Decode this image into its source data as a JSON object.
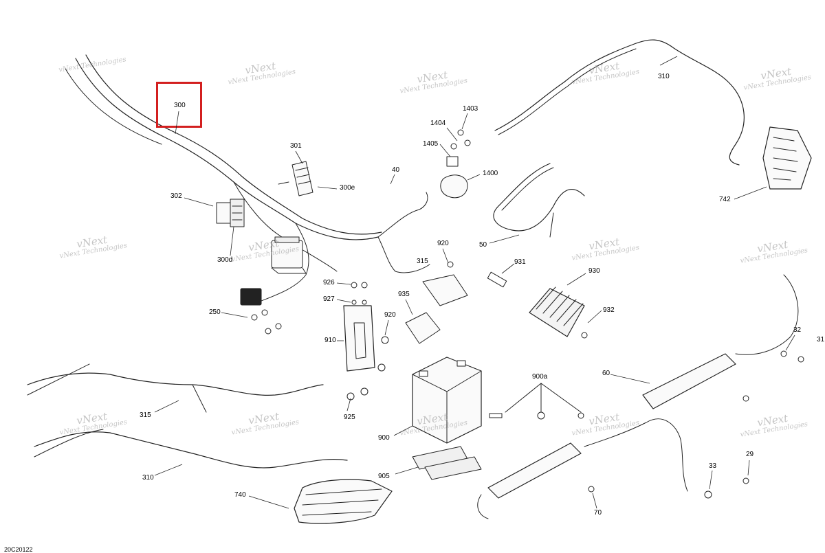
{
  "diagram_code": "20C20122",
  "highlight_color": "#d31f1f",
  "highlighted_part": "300",
  "watermark": {
    "line1": "vNext",
    "line2": "Technologies",
    "line3": "vNext Technologies"
  },
  "parts": {
    "p300": "300",
    "p301": "301",
    "p300e": "300e",
    "p302": "302",
    "p300d": "300d",
    "p250": "250",
    "p40": "40",
    "p1403": "1403",
    "p1404": "1404",
    "p1405": "1405",
    "p1400": "1400",
    "p310a": "310",
    "p742": "742",
    "p50": "50",
    "p920a": "920",
    "p315a": "315",
    "p926": "926",
    "p927": "927",
    "p935": "935",
    "p920b": "920",
    "p910": "910",
    "p925": "925",
    "p931": "931",
    "p930": "930",
    "p932": "932",
    "p32": "32",
    "p31": "31",
    "p60": "60",
    "p900a": "900a",
    "p900": "900",
    "p905": "905",
    "p315b": "315",
    "p310b": "310",
    "p740": "740",
    "p29": "29",
    "p33": "33",
    "p70": "70"
  }
}
